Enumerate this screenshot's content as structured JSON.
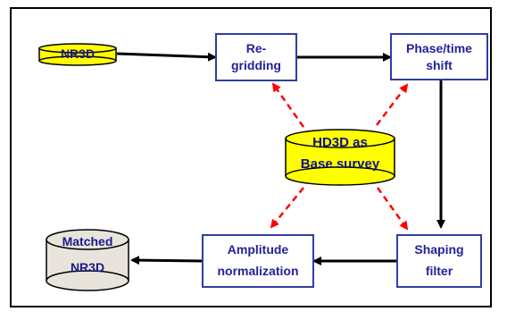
{
  "nodes": {
    "nr3d_input": "NR3D",
    "regridding": "Re-\ngridding",
    "phase_time_shift": "Phase/time\nshift",
    "base_survey": "HD3D as\nBase survey",
    "shaping_filter": "Shaping\nfilter",
    "amplitude_normalization": "Amplitude\nnormalization",
    "matched_output_line1": "Matched",
    "matched_output_line2": "NR3D"
  },
  "colors": {
    "box_border": "#2f3ea0",
    "text": "#22229a",
    "cylinder_yellow": "#ffff00",
    "cylinder_gray": "#e8e4dc",
    "dashed_arrow": "#ff0000",
    "solid_arrow": "#000000"
  }
}
